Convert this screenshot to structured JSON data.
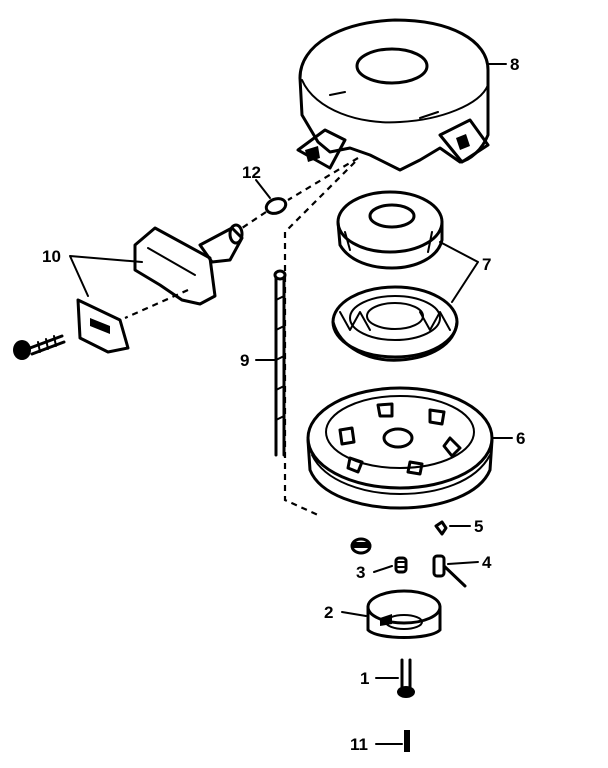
{
  "parts": [
    {
      "id": "part-1",
      "label": "1"
    },
    {
      "id": "part-2",
      "label": "2"
    },
    {
      "id": "part-3",
      "label": "3"
    },
    {
      "id": "part-4",
      "label": "4"
    },
    {
      "id": "part-5",
      "label": "5"
    },
    {
      "id": "part-6",
      "label": "6"
    },
    {
      "id": "part-7",
      "label": "7"
    },
    {
      "id": "part-8",
      "label": "8"
    },
    {
      "id": "part-9",
      "label": "9"
    },
    {
      "id": "part-10",
      "label": "10"
    },
    {
      "id": "part-11",
      "label": "11"
    },
    {
      "id": "part-12",
      "label": "12"
    }
  ]
}
